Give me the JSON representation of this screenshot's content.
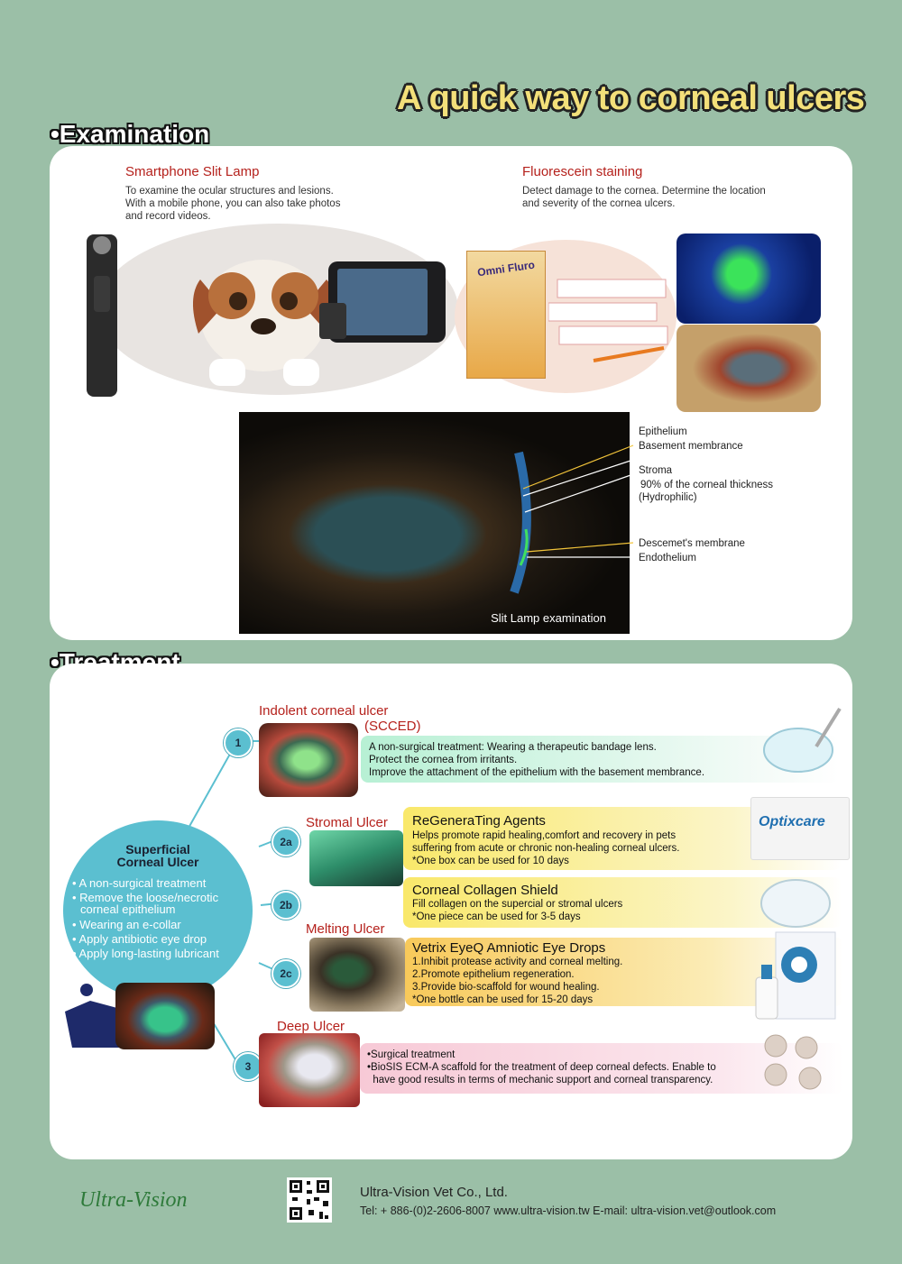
{
  "title": "A quick way to corneal ulcers",
  "examination": {
    "heading": "•Examination",
    "slit_lamp": {
      "title": "Smartphone Slit Lamp",
      "desc_lines": [
        "To examine the ocular structures and lesions.",
        "With a mobile phone, you can also take photos",
        "and record videos."
      ]
    },
    "fluorescein": {
      "title": "Fluorescein staining",
      "desc_lines": [
        "Detect damage to the cornea.  Determine the location",
        "and severity of the cornea ulcers."
      ],
      "product_label": "Omni Fluro"
    },
    "cornea_photo_caption": "Slit Lamp examination",
    "layers": {
      "epithelium": "Epithelium",
      "basement": "Basement membrance",
      "stroma": "Stroma",
      "stroma_note1": "90% of the corneal thickness",
      "stroma_note2": "(Hydrophilic)",
      "descemet": "Descemet's membrane",
      "endothelium": "Endothelium"
    }
  },
  "treatment": {
    "heading": "•Treatment",
    "superficial": {
      "title1": "Superficial",
      "title2": "Corneal Ulcer",
      "items": [
        "• A non-surgical treatment",
        "• Remove the loose/necrotic",
        "corneal epithelium",
        "• Wearing an e-collar",
        "• Apply antibiotic eye drop",
        "• Apply long-lasting lubricant"
      ]
    },
    "nodes": [
      "1",
      "2a",
      "2b",
      "2c",
      "3"
    ],
    "indolent": {
      "title": "Indolent corneal ulcer",
      "subtitle": "(SCCED)",
      "lines": [
        "A non-surgical treatment: Wearing a therapeutic bandage lens.",
        "Protect the cornea from irritants.",
        "Improve the attachment of the epithelium with the basement membrance."
      ]
    },
    "stromal": {
      "title": "Stromal Ulcer",
      "box_title": "ReGeneraTing Agents",
      "lines": [
        "Helps promote rapid healing,comfort and recovery in pets",
        "suffering from acute or chronic non-healing corneal  ulcers.",
        "*One box can be used for 10 days"
      ],
      "product_label": "Optixcare"
    },
    "collagen": {
      "box_title": "Corneal Collagen Shield",
      "lines": [
        "Fill collagen on the supercial or stromal ulcers",
        "*One piece can be used for 3-5 days"
      ]
    },
    "melting": {
      "title": "Melting Ulcer",
      "box_title": "Vetrix EyeQ Amniotic Eye Drops",
      "lines": [
        "1.Inhibit protease activity and corneal melting.",
        "2.Promote epithelium regeneration.",
        "3.Provide bio-scaffold for wound healing.",
        "*One bottle can be used for 15-20 days"
      ]
    },
    "deep": {
      "title": "Deep Ulcer",
      "lines": [
        "•Surgical treatment",
        "•BioSIS ECM-A scaffold for the treatment of  deep corneal defects. Enable to",
        "  have good results in terms of mechanic support and corneal transparency."
      ]
    }
  },
  "footer": {
    "logo": "Ultra-Vision",
    "company": "Ultra-Vision Vet Co., Ltd.",
    "contact": "Tel: + 886-(0)2-2606-8007  www.ultra-vision.tw E-mail: ultra-vision.vet@outlook.com"
  },
  "colors": {
    "background": "#9bbfa7",
    "accent_red": "#b5211c",
    "node_blue": "#5bbfd0",
    "title_yellow": "#f3e07a"
  }
}
